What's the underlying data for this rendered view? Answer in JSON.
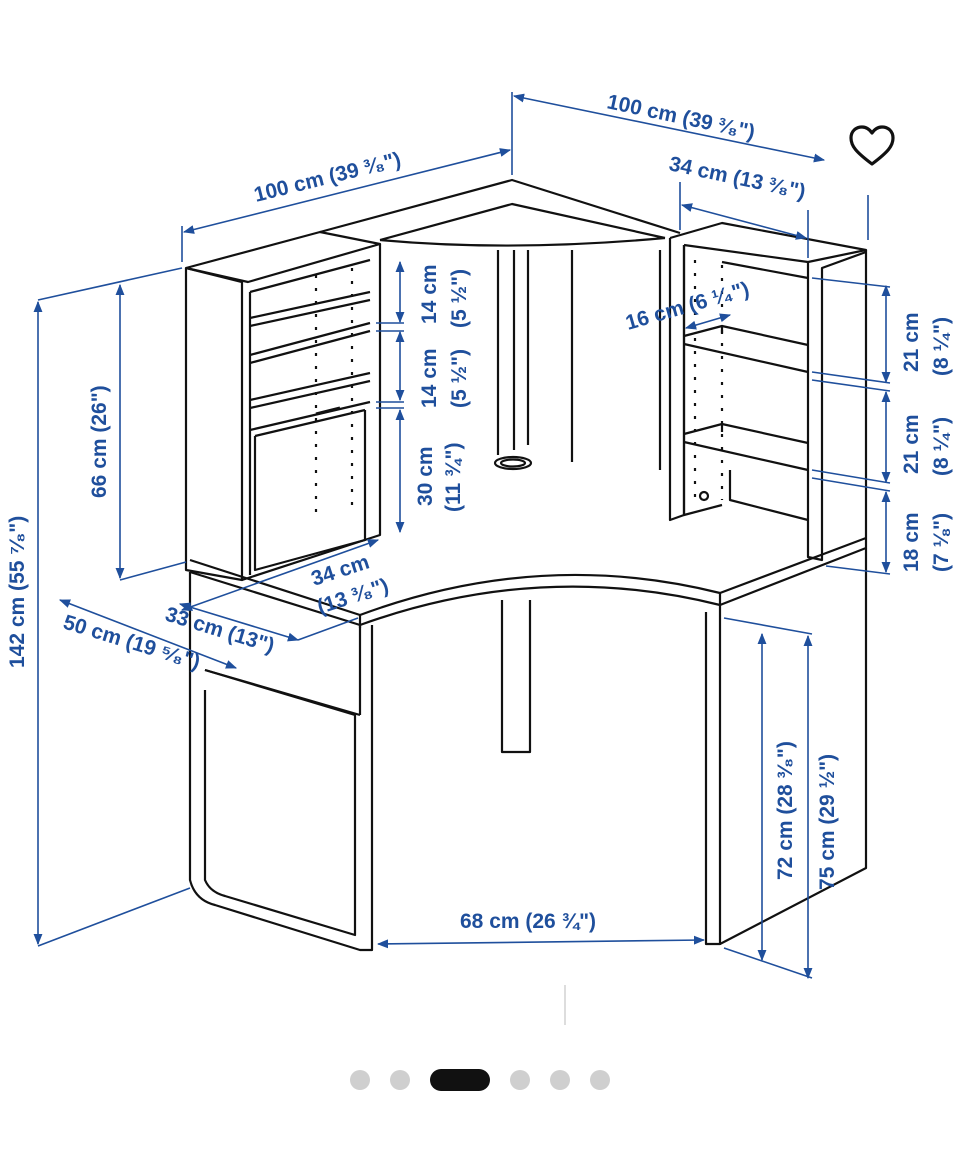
{
  "colors": {
    "dimension": "#1f4f9c",
    "line": "#111111",
    "dot_active": "#111111",
    "dot_inactive": "#cfcfcf"
  },
  "favorite": {
    "icon": "heart-outline-icon"
  },
  "diagram": {
    "labels": {
      "top_right_width": "100 cm (39 ³⁄₈\")",
      "top_left_width": "100 cm (39 ³⁄₈\")",
      "shelf_depth_right": "34 cm (13 ³⁄₈\")",
      "shelf_gap_right": "16 cm (6 ¹⁄₄\")",
      "left_height_shelves": "66 cm (26\")",
      "total_height": "142 cm (55 ⁷⁄₈\")",
      "left_shelf_top_cm": "14 cm",
      "left_shelf_top_in": "(5 ½\")",
      "left_shelf_mid_cm": "14 cm",
      "left_shelf_mid_in": "(5 ½\")",
      "left_door_cm": "30 cm",
      "left_door_in": "(11 ¾\")",
      "right_shelf_top_cm": "21 cm",
      "right_shelf_top_in": "(8 ¼\")",
      "right_shelf_mid_cm": "21 cm",
      "right_shelf_mid_in": "(8 ¼\")",
      "right_shelf_bottom_cm": "18 cm",
      "right_shelf_bottom_in": "(7 ⅛\")",
      "left_unit_depth_cm": "34 cm",
      "left_unit_depth_in": "(13 ³⁄₈\")",
      "desk_depth_inner": "33 cm (13\")",
      "desk_depth_outer": "50 cm (19 ⁵⁄₈\")",
      "legroom_height": "72 cm (28 ³⁄₈\")",
      "desk_height": "75 cm (29 ½\")",
      "legroom_width": "68 cm (26 ¾\")"
    }
  },
  "carousel": {
    "count": 6,
    "active": 3
  }
}
